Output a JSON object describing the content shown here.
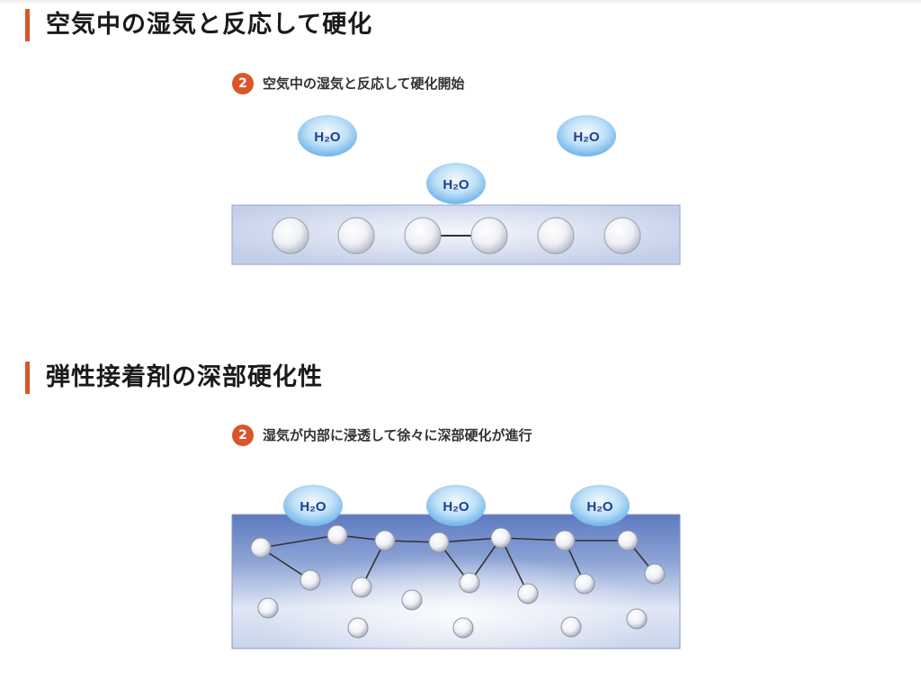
{
  "sections": [
    {
      "title": "空気中の湿気と反応して硬化",
      "step": {
        "number": "2",
        "text": "空気中の湿気と反応して硬化開始"
      },
      "molecule_label": "H₂O"
    },
    {
      "title": "弾性接着剤の深部硬化性",
      "step": {
        "number": "2",
        "text": "湿気が内部に浸透して徐々に深部硬化が進行"
      },
      "molecule_label": "H₂O"
    }
  ],
  "colors": {
    "accent": "#d9552b",
    "water_drop": "#6db4e8",
    "water_text": "#1f3f8f",
    "substrate_light": "#e6ecf7",
    "substrate_dark": "#5d7ac0"
  }
}
